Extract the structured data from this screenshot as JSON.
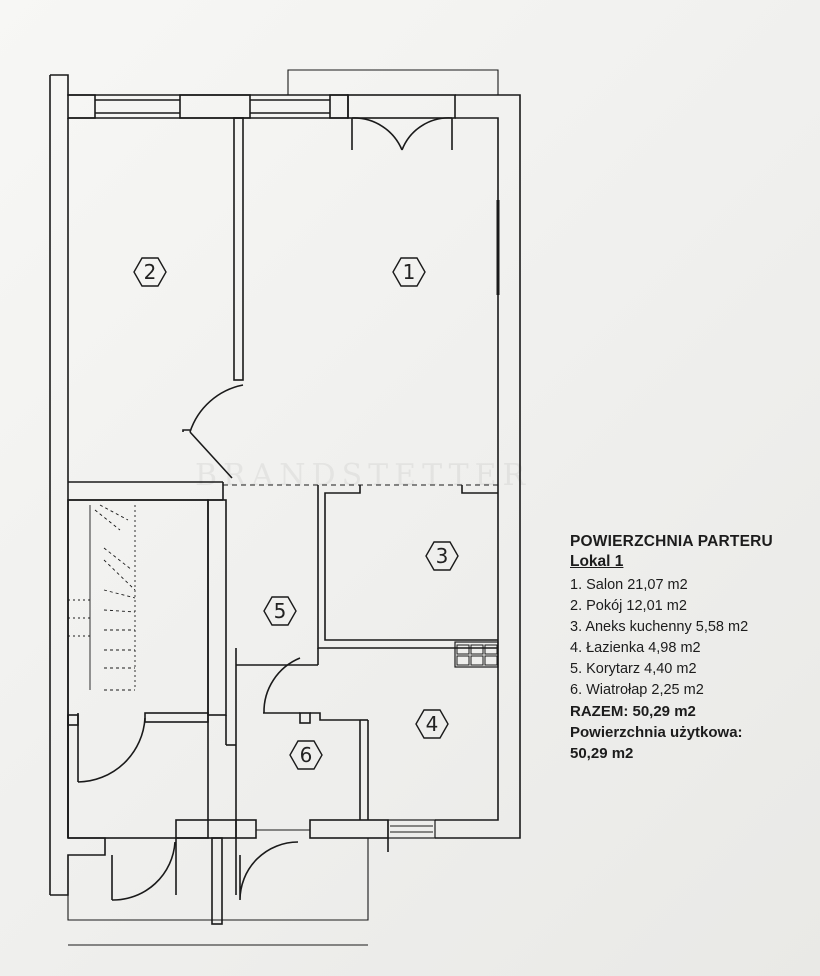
{
  "watermark": "BRANDSTETTER",
  "rooms": [
    {
      "id": "room-1",
      "number": "1"
    },
    {
      "id": "room-2",
      "number": "2"
    },
    {
      "id": "room-3",
      "number": "3"
    },
    {
      "id": "room-4",
      "number": "4"
    },
    {
      "id": "room-5",
      "number": "5"
    },
    {
      "id": "room-6",
      "number": "6"
    }
  ],
  "legend": {
    "title": "POWIERZCHNIA PARTERU",
    "unit_label": "Lokal 1",
    "items": [
      "1. Salon 21,07 m2",
      "2. Pokój 12,01 m2",
      "3. Aneks kuchenny 5,58 m2",
      "4. Łazienka 4,98 m2",
      "5. Korytarz 4,40 m2",
      "6. Wiatrołap 2,25 m2"
    ],
    "total": "RAZEM: 50,29 m2",
    "usable_label": "Powierzchnia użytkowa:",
    "usable_value": "50,29 m2"
  }
}
